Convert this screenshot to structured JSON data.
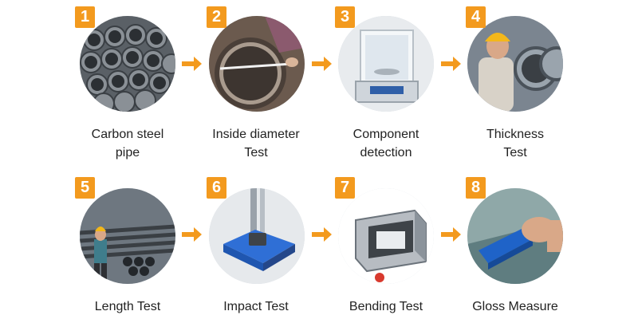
{
  "accent_color": "#f39a1e",
  "steps": [
    {
      "number": "1",
      "label": "Carbon steel\npipe",
      "image": "steel-pipes-photo"
    },
    {
      "number": "2",
      "label": "Inside diameter\nTest",
      "image": "inside-diameter-photo"
    },
    {
      "number": "3",
      "label": "Component\ndetection",
      "image": "analytical-balance-photo"
    },
    {
      "number": "4",
      "label": "Thickness\nTest",
      "image": "thickness-test-photo"
    },
    {
      "number": "5",
      "label": "Length Test",
      "image": "length-test-photo"
    },
    {
      "number": "6",
      "label": "Impact Test",
      "image": "impact-tester-photo"
    },
    {
      "number": "7",
      "label": "Bending Test",
      "image": "bending-tester-photo"
    },
    {
      "number": "8",
      "label": "Gloss Measure",
      "image": "gloss-meter-photo"
    }
  ],
  "arrow_icon": "arrow-right-icon"
}
